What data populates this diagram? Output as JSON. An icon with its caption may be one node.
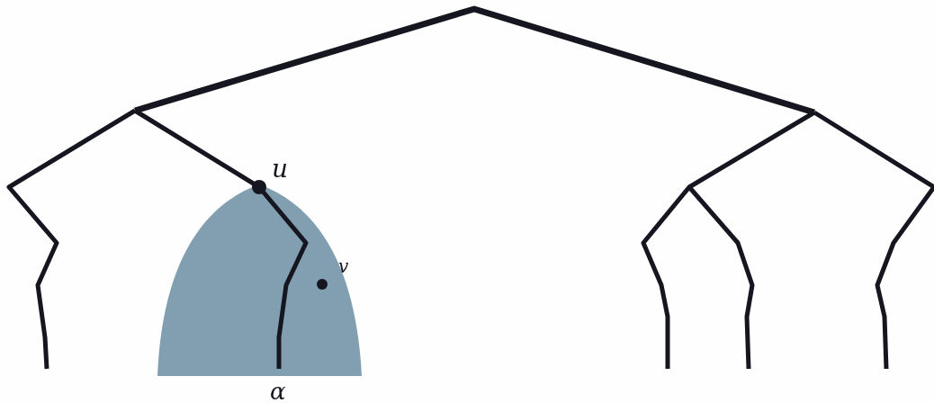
{
  "diagram": {
    "nodes": [
      {
        "text": [
          "u"
        ]
      },
      {
        "text": [
          "v"
        ]
      }
    ],
    "labels": [
      "α"
    ]
  }
}
